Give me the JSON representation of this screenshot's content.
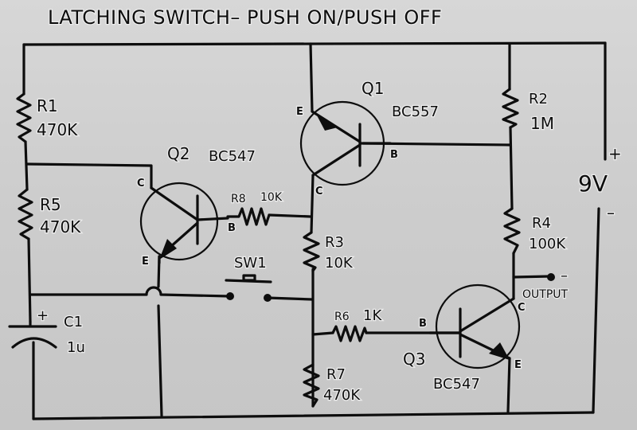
{
  "title": "LATCHING SWITCH– PUSH ON/PUSH OFF",
  "supply": {
    "voltage": "9V",
    "plus": "+",
    "minus": "–"
  },
  "components": {
    "R1": {
      "name": "R1",
      "value": "470K"
    },
    "R2": {
      "name": "R2",
      "value": "1M"
    },
    "R3": {
      "name": "R3",
      "value": "10K"
    },
    "R4": {
      "name": "R4",
      "value": "100K"
    },
    "R5": {
      "name": "R5",
      "value": "470K"
    },
    "R6": {
      "name": "R6",
      "value": "1K"
    },
    "R7": {
      "name": "R7",
      "value": "470K"
    },
    "R8": {
      "name": "R8",
      "value": "10K"
    },
    "C1": {
      "name": "C1",
      "value": "1u",
      "polarity": "+"
    },
    "SW1": {
      "name": "SW1"
    },
    "Q1": {
      "name": "Q1",
      "part": "BC557"
    },
    "Q2": {
      "name": "Q2",
      "part": "BC547"
    },
    "Q3": {
      "name": "Q3",
      "part": "BC547"
    }
  },
  "pins": {
    "collector": "C",
    "base": "B",
    "emitter": "E"
  },
  "output": {
    "label": "OUTPUT",
    "minus": "–"
  }
}
